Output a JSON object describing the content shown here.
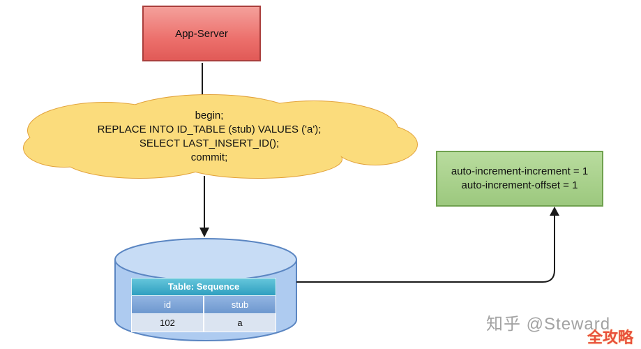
{
  "app_server": {
    "label": "App-Server"
  },
  "sql_cloud": {
    "lines": [
      "begin;",
      "REPLACE INTO ID_TABLE (stub) VALUES ('a');",
      "SELECT LAST_INSERT_ID();",
      "commit;"
    ]
  },
  "config_box": {
    "lines": [
      "auto-increment-increment = 1",
      "auto-increment-offset = 1"
    ]
  },
  "sequence_table": {
    "title": "Table: Sequence",
    "columns": [
      "id",
      "stub"
    ],
    "rows": [
      [
        "102",
        "a"
      ]
    ]
  },
  "watermark": {
    "text": "知乎 @Steward",
    "badge": "全攻略"
  },
  "colors": {
    "app_server_border": "#a93e3c",
    "cloud_fill": "#fbdc7c",
    "cloud_stroke": "#e2a23b",
    "config_fill": "#a8d08d",
    "config_border": "#6fa14e",
    "cylinder_fill": "#aecbf0",
    "table_header": "#2f9fc0",
    "table_subheader": "#6d97ce",
    "arrow": "#1a1a1a"
  }
}
